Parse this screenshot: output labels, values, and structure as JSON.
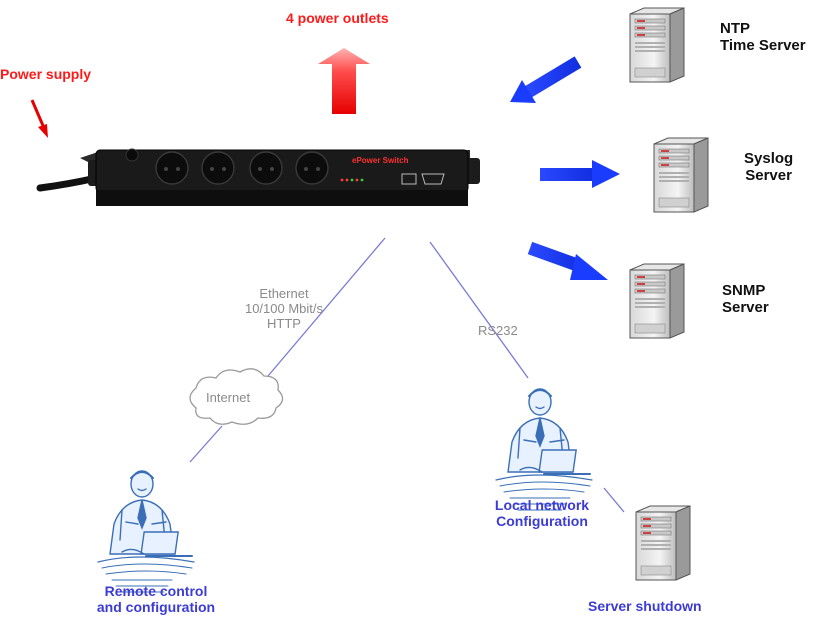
{
  "labels": {
    "outlets": "4 power outlets",
    "power_supply": "Power supply",
    "ntp_line1": "NTP",
    "ntp_line2": "Time Server",
    "syslog_line1": "Syslog",
    "syslog_line2": "Server",
    "snmp_line1": "SNMP",
    "snmp_line2": "Server",
    "ethernet_line1": "Ethernet",
    "ethernet_line2": "10/100 Mbit/s",
    "ethernet_line3": "HTTP",
    "rs232": "RS232",
    "internet": "Internet",
    "local_line1": "Local network",
    "local_line2": "Configuration",
    "remote_line1": "Remote control",
    "remote_line2": "and configuration",
    "server_shutdown": "Server shutdown",
    "device_brand": "ePower Switch"
  },
  "colors": {
    "red": "#ff1a1a",
    "blue_arrow": "#1a3cff",
    "link_line": "#7a7ad8",
    "label_blue": "#3b3bd6"
  }
}
